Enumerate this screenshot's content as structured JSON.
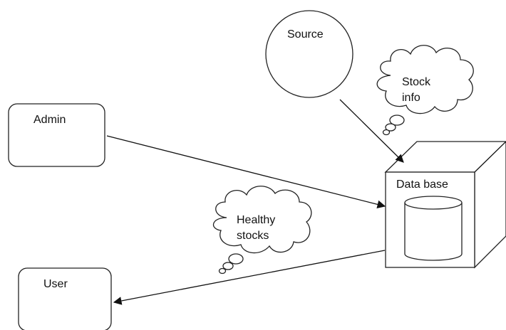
{
  "nodes": {
    "admin": {
      "label": "Admin"
    },
    "user": {
      "label": "User"
    },
    "source": {
      "label": "Source"
    },
    "database": {
      "label": "Data base"
    }
  },
  "thoughts": {
    "stock_info": {
      "line1": "Stock",
      "line2": "info"
    },
    "healthy_stocks": {
      "line1": "Healthy",
      "line2": "stocks"
    }
  },
  "edges": [
    {
      "from": "admin",
      "to": "database"
    },
    {
      "from": "source",
      "to": "database"
    },
    {
      "from": "database",
      "to": "user"
    }
  ]
}
